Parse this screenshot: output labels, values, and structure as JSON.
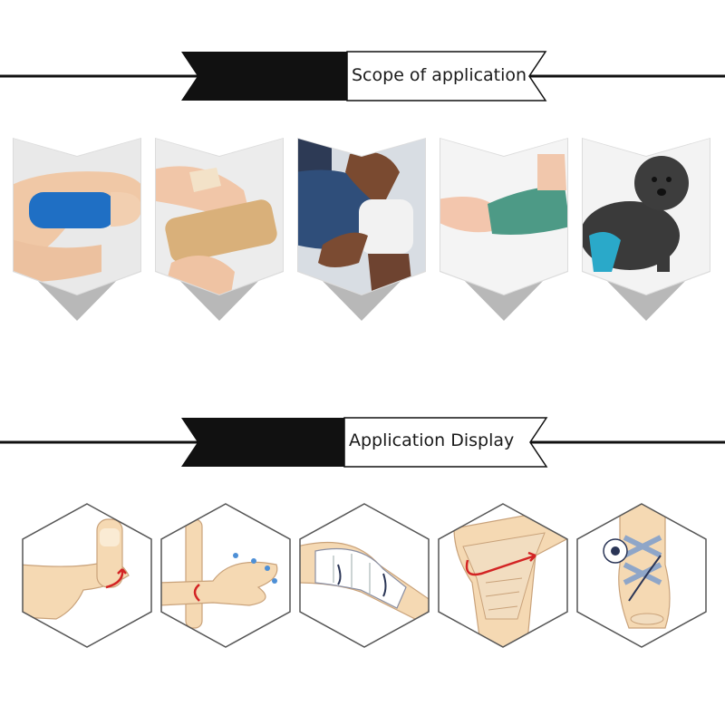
{
  "sections": [
    {
      "title": "Scope of application"
    },
    {
      "title": "Application Display"
    }
  ],
  "photos": [
    {
      "subject": "finger wrapped in blue bandage",
      "bandage_color": "#1f6fc4"
    },
    {
      "subject": "hands applying tan bandage",
      "bandage_color": "#d9b07a"
    },
    {
      "subject": "knee wrapped in white bandage",
      "bandage_color": "#f2f2f2"
    },
    {
      "subject": "ankle wrapped in green bandage",
      "bandage_color": "#4d9a86"
    },
    {
      "subject": "poodle with blue leg bandage",
      "bandage_color": "#2aa9c9"
    }
  ],
  "illustrations": [
    {
      "subject": "finger wrapping"
    },
    {
      "subject": "wrist wrapping"
    },
    {
      "subject": "elbow wrapping"
    },
    {
      "subject": "knee wrapping"
    },
    {
      "subject": "ankle wrapping"
    }
  ],
  "colors": {
    "banner_dark": "#111111",
    "chevron_gray": "#b8b8b8",
    "skin": "#f5d9b3",
    "arrow_red": "#d32424",
    "arrow_navy": "#2a3556"
  }
}
